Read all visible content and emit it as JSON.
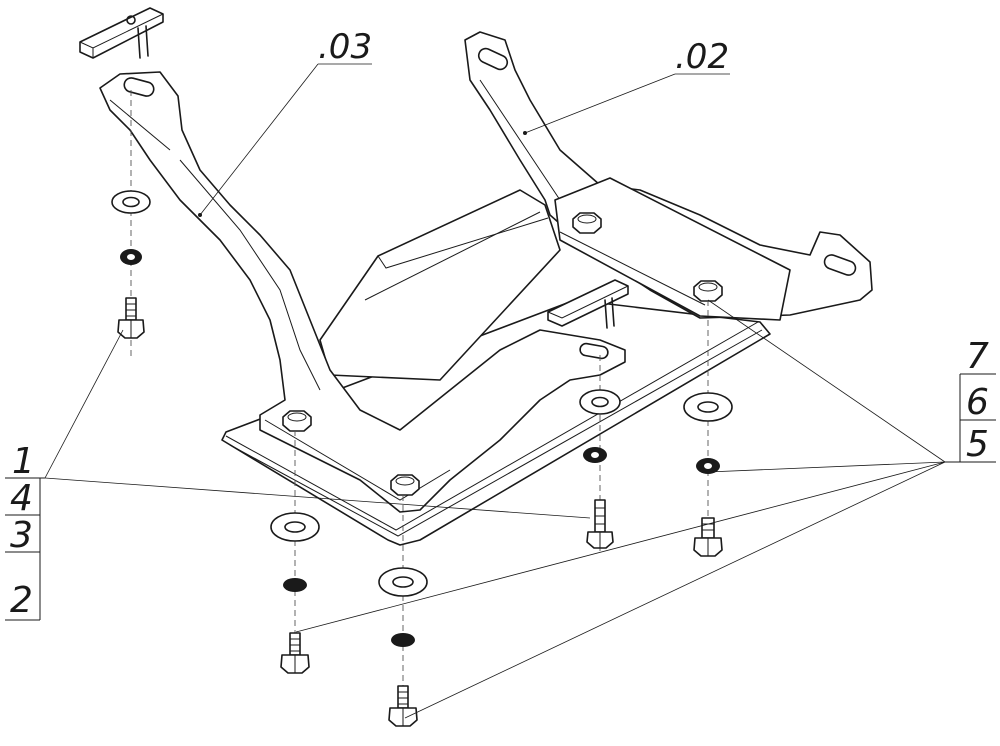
{
  "callouts": {
    "part_03": ".03",
    "part_02": ".02",
    "item_1": "1",
    "item_4": "4",
    "item_3": "3",
    "item_2": "2",
    "item_7": "7",
    "item_6": "6",
    "item_5": "5"
  }
}
